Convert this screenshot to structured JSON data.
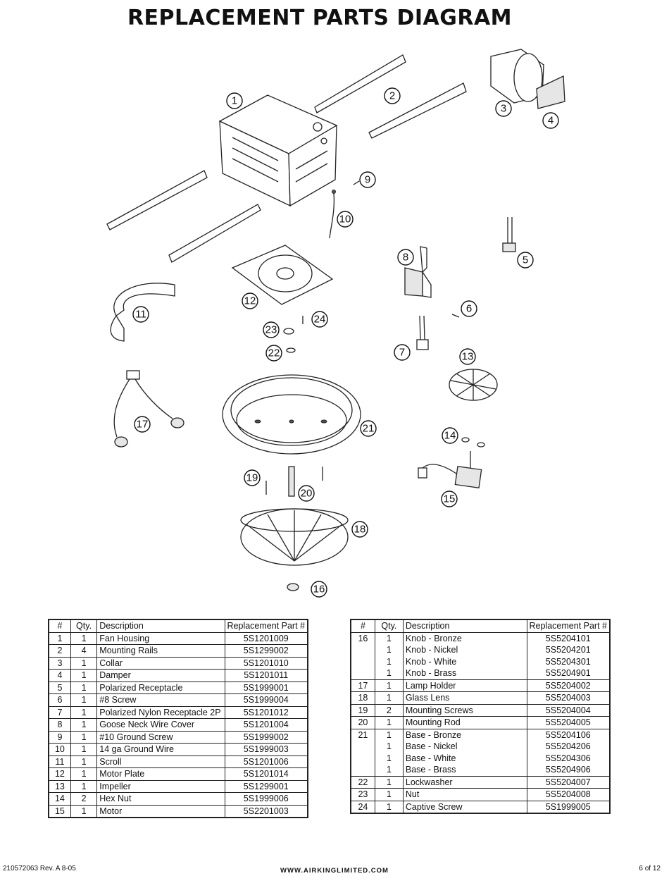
{
  "title": "REPLACEMENT PARTS DIAGRAM",
  "callouts": [
    "1",
    "2",
    "3",
    "4",
    "5",
    "6",
    "7",
    "8",
    "9",
    "10",
    "11",
    "12",
    "13",
    "14",
    "15",
    "16",
    "17",
    "18",
    "19",
    "20",
    "21",
    "22",
    "23",
    "24"
  ],
  "tables": {
    "headers": [
      "#",
      "Qty.",
      "Description",
      "Replacement Part #"
    ],
    "left": [
      {
        "num": "1",
        "qty": "1",
        "desc": "Fan Housing",
        "part": "5S1201009"
      },
      {
        "num": "2",
        "qty": "4",
        "desc": "Mounting Rails",
        "part": "5S1299002"
      },
      {
        "num": "3",
        "qty": "1",
        "desc": "Collar",
        "part": "5S1201010"
      },
      {
        "num": "4",
        "qty": "1",
        "desc": "Damper",
        "part": "5S1201011"
      },
      {
        "num": "5",
        "qty": "1",
        "desc": "Polarized Receptacle",
        "part": "5S1999001"
      },
      {
        "num": "6",
        "qty": "1",
        "desc": "#8 Screw",
        "part": "5S1999004"
      },
      {
        "num": "7",
        "qty": "1",
        "desc": "Polarized Nylon Receptacle 2P",
        "part": "5S1201012"
      },
      {
        "num": "8",
        "qty": "1",
        "desc": "Goose Neck Wire Cover",
        "part": "5S1201004"
      },
      {
        "num": "9",
        "qty": "1",
        "desc": "#10 Ground Screw",
        "part": "5S1999002"
      },
      {
        "num": "10",
        "qty": "1",
        "desc": "14 ga Ground Wire",
        "part": "5S1999003"
      },
      {
        "num": "11",
        "qty": "1",
        "desc": "Scroll",
        "part": "5S1201006"
      },
      {
        "num": "12",
        "qty": "1",
        "desc": "Motor Plate",
        "part": "5S1201014"
      },
      {
        "num": "13",
        "qty": "1",
        "desc": "Impeller",
        "part": "5S1299001"
      },
      {
        "num": "14",
        "qty": "2",
        "desc": "Hex Nut",
        "part": "5S1999006"
      },
      {
        "num": "15",
        "qty": "1",
        "desc": "Motor",
        "part": "5S2201003"
      }
    ],
    "right": [
      {
        "num": "16",
        "qty": "1",
        "desc": "Knob - Bronze",
        "part": "5S5204101"
      },
      {
        "num": "",
        "qty": "1",
        "desc": "Knob - Nickel",
        "part": "5S5204201"
      },
      {
        "num": "",
        "qty": "1",
        "desc": "Knob - White",
        "part": "5S5204301"
      },
      {
        "num": "",
        "qty": "1",
        "desc": "Knob - Brass",
        "part": "5S5204901"
      },
      {
        "num": "17",
        "qty": "1",
        "desc": "Lamp Holder",
        "part": "5S5204002"
      },
      {
        "num": "18",
        "qty": "1",
        "desc": "Glass Lens",
        "part": "5S5204003"
      },
      {
        "num": "19",
        "qty": "2",
        "desc": "Mounting Screws",
        "part": "5S5204004"
      },
      {
        "num": "20",
        "qty": "1",
        "desc": "Mounting Rod",
        "part": "5S5204005"
      },
      {
        "num": "21",
        "qty": "1",
        "desc": "Base - Bronze",
        "part": "5S5204106"
      },
      {
        "num": "",
        "qty": "1",
        "desc": "Base - Nickel",
        "part": "5S5204206"
      },
      {
        "num": "",
        "qty": "1",
        "desc": "Base - White",
        "part": "5S5204306"
      },
      {
        "num": "",
        "qty": "1",
        "desc": "Base - Brass",
        "part": "5S5204906"
      },
      {
        "num": "22",
        "qty": "1",
        "desc": "Lockwasher",
        "part": "5S5204007"
      },
      {
        "num": "23",
        "qty": "1",
        "desc": "Nut",
        "part": "5S5204008"
      },
      {
        "num": "24",
        "qty": "1",
        "desc": "Captive Screw",
        "part": "5S1999005"
      }
    ]
  },
  "footer": {
    "doc_number": "210572063 Rev. A 8-05",
    "website": "WWW.AIRKINGLIMITED.COM",
    "page": "6 of 12"
  }
}
